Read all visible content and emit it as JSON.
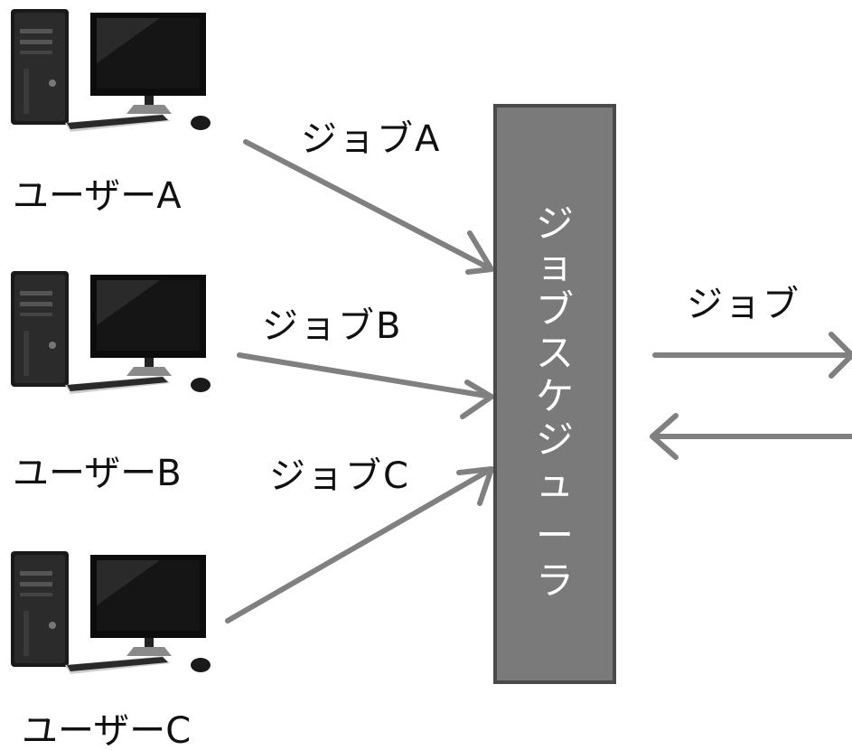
{
  "users": [
    {
      "label": "ユーザーA",
      "job_label": "ジョブA"
    },
    {
      "label": "ユーザーB",
      "job_label": "ジョブB"
    },
    {
      "label": "ユーザーC",
      "job_label": "ジョブC"
    }
  ],
  "scheduler": {
    "chars": [
      "ジ",
      "ョ",
      "ブ",
      "ス",
      "ケ",
      "ジ",
      "ュ",
      "ー",
      "ラ"
    ]
  },
  "output": {
    "job_label": "ジョブ"
  },
  "colors": {
    "arrow": "#808080",
    "scheduler_fill": "#7a7a7a",
    "scheduler_border": "#4a4a4a",
    "text": "#111111"
  }
}
